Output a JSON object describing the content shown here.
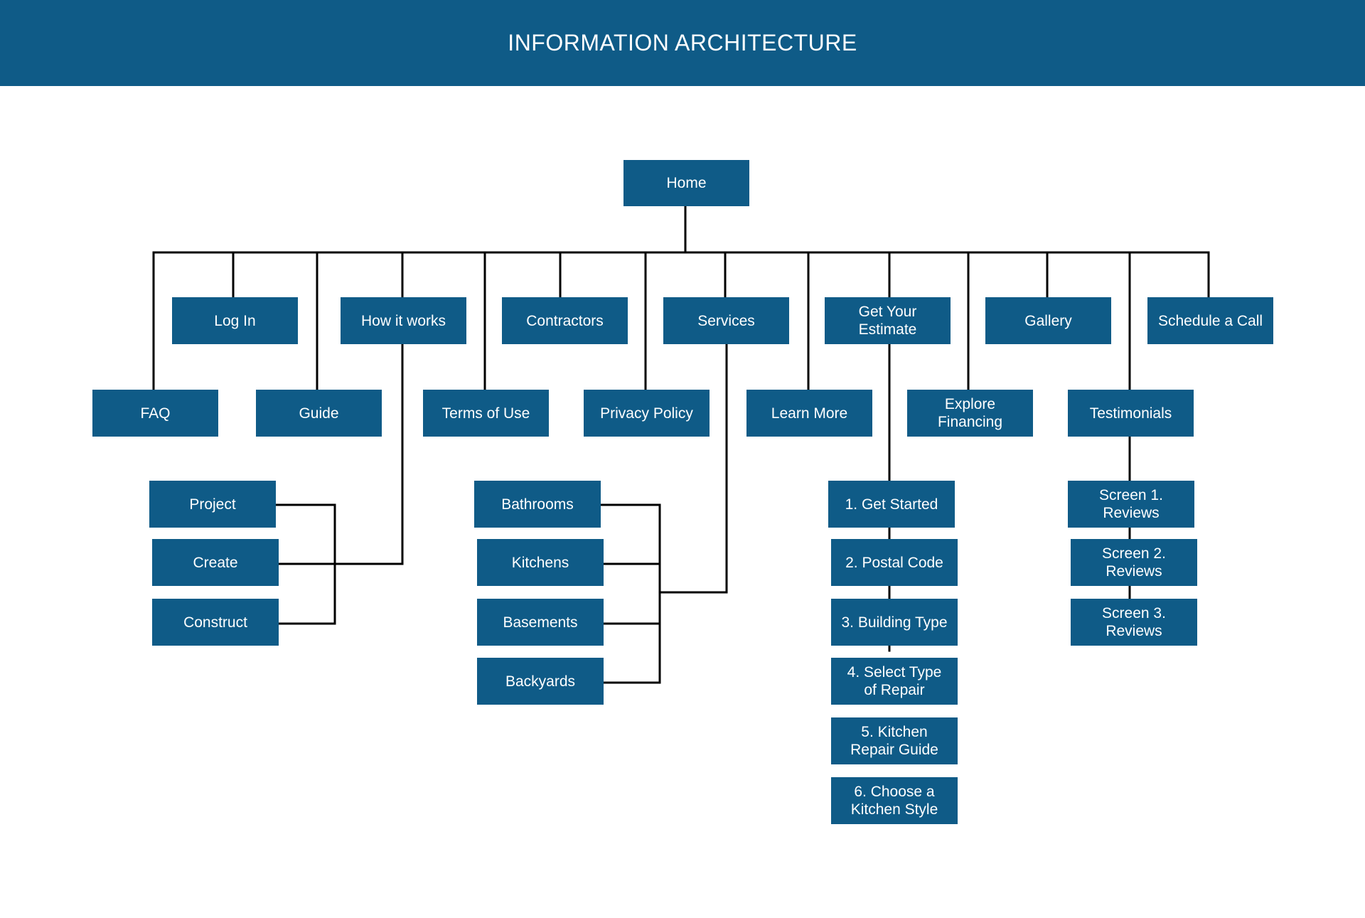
{
  "header": {
    "title": "INFORMATION ARCHITECTURE"
  },
  "colors": {
    "header_bg": "#0f5b87",
    "node_bg": "#0f5b87",
    "node_text": "#ffffff",
    "connector": "#000000"
  },
  "tree": {
    "root": "Home",
    "level1_upper": [
      "Log In",
      "How it works",
      "Contractors",
      "Services",
      "Get Your\nEstimate",
      "Gallery",
      "Schedule a Call"
    ],
    "level1_lower": [
      "FAQ",
      "Guide",
      "Terms of Use",
      "Privacy Policy",
      "Learn More",
      "Explore\nFinancing",
      "Testimonials"
    ],
    "how_it_works_children": [
      "Project",
      "Create",
      "Construct"
    ],
    "services_children": [
      "Bathrooms",
      "Kitchens",
      "Basements",
      "Backyards"
    ],
    "estimate_steps": [
      "1. Get Started",
      "2. Postal Code",
      "3. Building Type",
      "4.  Select Type\nof Repair",
      "5. Kitchen\nRepair Guide",
      "6. Choose a\nKitchen Style"
    ],
    "testimonial_screens": [
      "Screen 1.\nReviews",
      "Screen 2.\nReviews",
      "Screen 3.\nReviews"
    ]
  }
}
